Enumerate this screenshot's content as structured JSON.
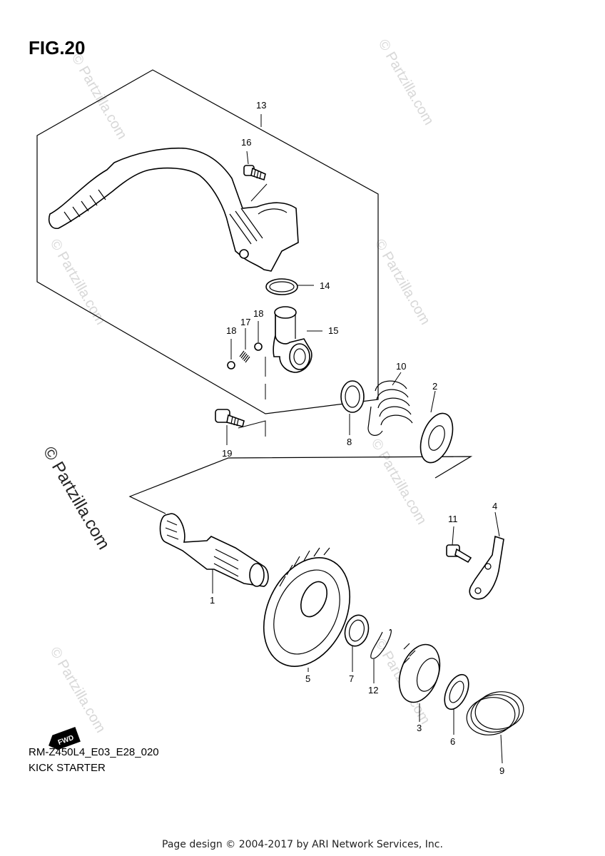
{
  "figure": {
    "title": "FIG.20"
  },
  "watermark": {
    "text": "© Partzilla.com"
  },
  "part_callouts": [
    "13",
    "16",
    "14",
    "15",
    "18",
    "17",
    "18",
    "19",
    "10",
    "2",
    "8",
    "4",
    "11",
    "1",
    "5",
    "7",
    "12",
    "3",
    "6",
    "9"
  ],
  "direction_badge": {
    "label": "FWD"
  },
  "caption": {
    "model_code": "RM-Z450L4_E03_E28_020",
    "section_name": "KICK STARTER"
  },
  "footer": {
    "text": "Page design © 2004-2017 by ARI Network Services, Inc."
  }
}
